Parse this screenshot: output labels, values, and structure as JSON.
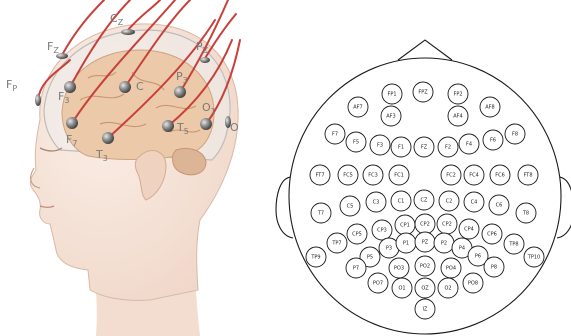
{
  "left_illustration": {
    "labels": [
      {
        "id": "cz",
        "main": "C",
        "sub": "Z"
      },
      {
        "id": "fz",
        "main": "F",
        "sub": "Z"
      },
      {
        "id": "pz",
        "main": "P",
        "sub": "Z"
      },
      {
        "id": "fp",
        "main": "F",
        "sub": "P"
      },
      {
        "id": "f3",
        "main": "F",
        "sub": "3"
      },
      {
        "id": "c",
        "main": "C",
        "sub": ""
      },
      {
        "id": "p3",
        "main": "P",
        "sub": "3"
      },
      {
        "id": "f7",
        "main": "F",
        "sub": "7"
      },
      {
        "id": "t3",
        "main": "T",
        "sub": "3"
      },
      {
        "id": "t5",
        "main": "T",
        "sub": "5"
      },
      {
        "id": "o1",
        "main": "O",
        "sub": "1"
      },
      {
        "id": "o",
        "main": "O",
        "sub": ""
      }
    ]
  },
  "electrode_map": {
    "electrodes": [
      {
        "label": "FP1"
      },
      {
        "label": "FPZ"
      },
      {
        "label": "FP2"
      },
      {
        "label": "AF7"
      },
      {
        "label": "AF3"
      },
      {
        "label": "AF4"
      },
      {
        "label": "AF8"
      },
      {
        "label": "F7"
      },
      {
        "label": "F5"
      },
      {
        "label": "F3"
      },
      {
        "label": "F1"
      },
      {
        "label": "FZ"
      },
      {
        "label": "F2"
      },
      {
        "label": "F4"
      },
      {
        "label": "F6"
      },
      {
        "label": "F8"
      },
      {
        "label": "FT7"
      },
      {
        "label": "FC5"
      },
      {
        "label": "FC3"
      },
      {
        "label": "FC1"
      },
      {
        "label": "FC2"
      },
      {
        "label": "FC4"
      },
      {
        "label": "FC6"
      },
      {
        "label": "FT8"
      },
      {
        "label": "T7"
      },
      {
        "label": "C5"
      },
      {
        "label": "C3"
      },
      {
        "label": "C1"
      },
      {
        "label": "CZ"
      },
      {
        "label": "C2"
      },
      {
        "label": "C4"
      },
      {
        "label": "C6"
      },
      {
        "label": "T8"
      },
      {
        "label": "CP5"
      },
      {
        "label": "CP3"
      },
      {
        "label": "CP1"
      },
      {
        "label": "CP2"
      },
      {
        "label": "CP2"
      },
      {
        "label": "CP4"
      },
      {
        "label": "CP6"
      },
      {
        "label": "TP7"
      },
      {
        "label": "TP8"
      },
      {
        "label": "TP9"
      },
      {
        "label": "TP10"
      },
      {
        "label": "P5"
      },
      {
        "label": "P3"
      },
      {
        "label": "P1"
      },
      {
        "label": "PZ"
      },
      {
        "label": "P2"
      },
      {
        "label": "P4"
      },
      {
        "label": "P6"
      },
      {
        "label": "P7"
      },
      {
        "label": "P8"
      },
      {
        "label": "PO3"
      },
      {
        "label": "PO2"
      },
      {
        "label": "PO4"
      },
      {
        "label": "PO7"
      },
      {
        "label": "O1"
      },
      {
        "label": "OZ"
      },
      {
        "label": "O2"
      },
      {
        "label": "PO8"
      },
      {
        "label": "IZ"
      }
    ]
  }
}
